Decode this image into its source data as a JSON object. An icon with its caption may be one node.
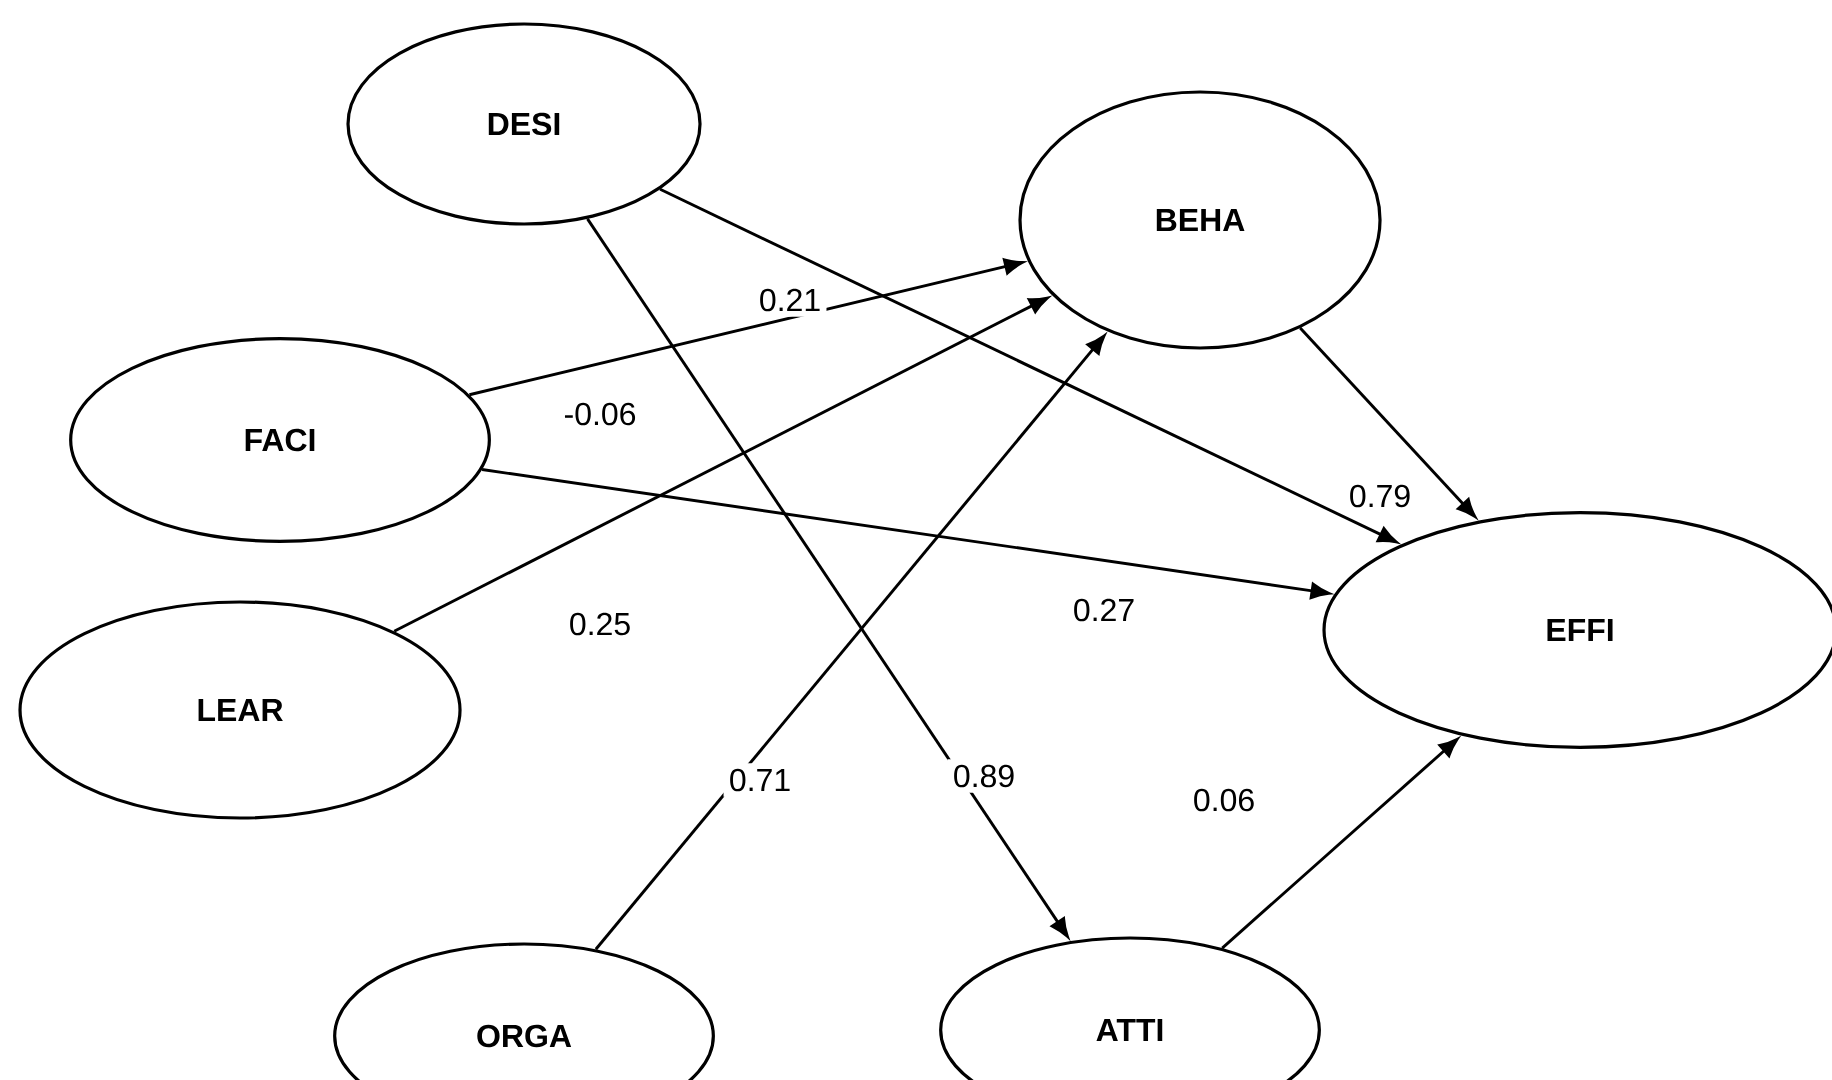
{
  "diagram": {
    "nodes": [
      {
        "text": [
          "DESI"
        ]
      },
      {
        "text": [
          "BEHA"
        ]
      },
      {
        "text": [
          "FACI"
        ]
      },
      {
        "text": [
          "EFFI"
        ]
      },
      {
        "text": [
          "LEAR"
        ]
      },
      {
        "text": [
          "ORGA"
        ]
      },
      {
        "text": [
          "ATTI"
        ]
      }
    ],
    "edges": [
      {
        "from": 0,
        "to": 3,
        "arrow": "to",
        "label": "0.21"
      },
      {
        "from": 0,
        "to": 6,
        "arrow": "to",
        "label": "0.89"
      },
      {
        "from": 2,
        "to": 1,
        "arrow": "to",
        "label": "-0.06"
      },
      {
        "from": 2,
        "to": 3,
        "arrow": "to",
        "label": "0.27"
      },
      {
        "from": 4,
        "to": 1,
        "arrow": "to",
        "label": "0.25"
      },
      {
        "from": 5,
        "to": 1,
        "arrow": "to",
        "label": "0.71"
      },
      {
        "from": 1,
        "to": 3,
        "arrow": "to",
        "label": "0.79"
      },
      {
        "from": 6,
        "to": 3,
        "arrow": "to",
        "label": "0.06"
      }
    ]
  }
}
